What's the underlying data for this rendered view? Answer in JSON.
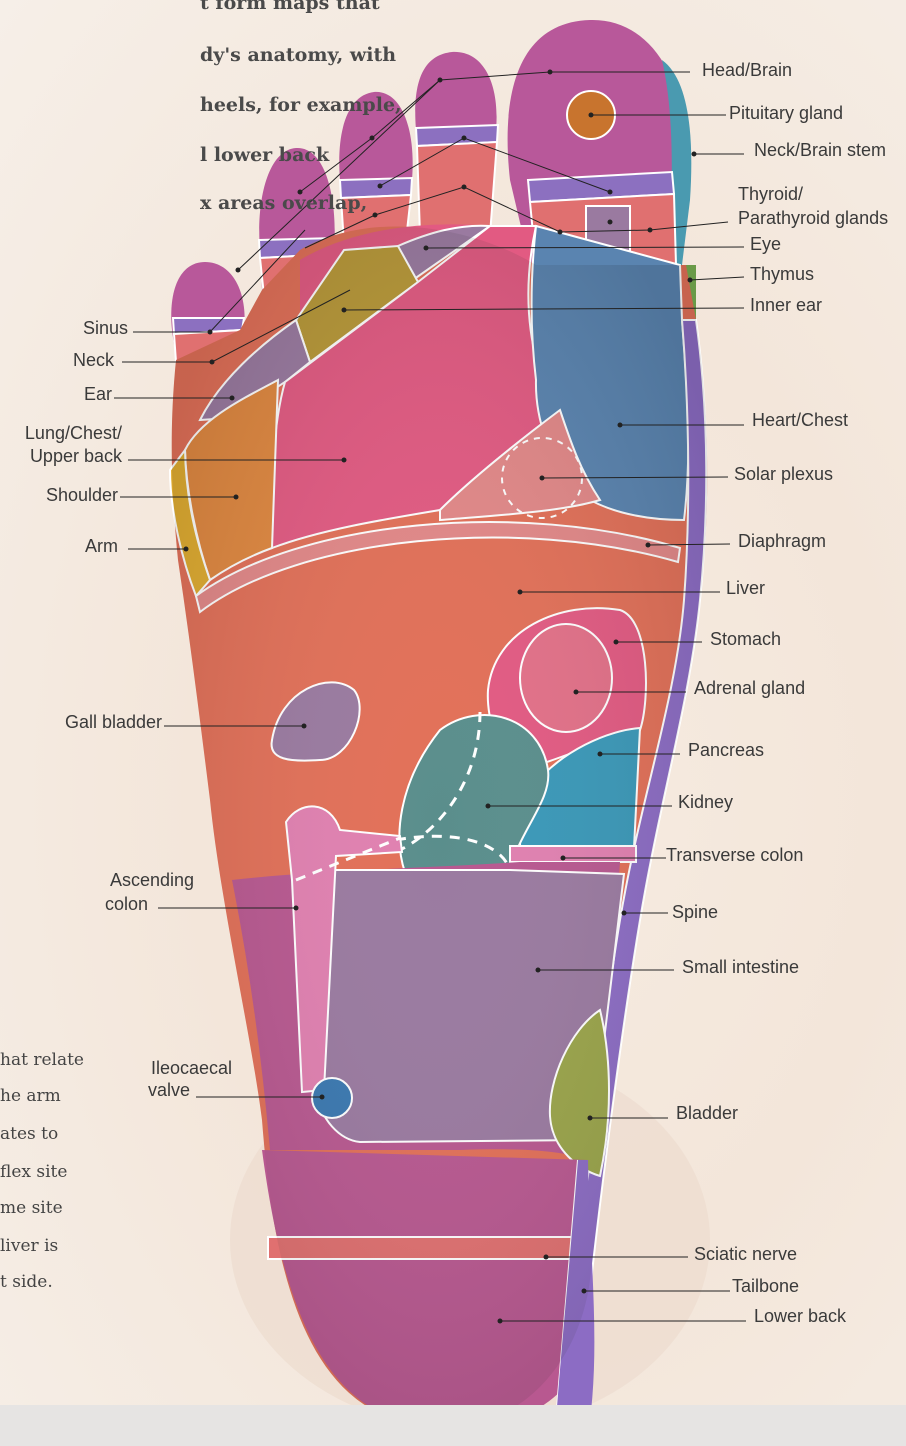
{
  "top_text": [
    "t form maps that",
    "dy's anatomy, with",
    "heels, for example,",
    "l lower back",
    "x areas overlap,"
  ],
  "bottom_text": [
    "hat relate",
    "he arm",
    "ates to",
    "flex site",
    "me site",
    " liver is",
    "t side."
  ],
  "labels_right": [
    {
      "id": "head-brain",
      "text": "Head/Brain"
    },
    {
      "id": "pituitary-gland",
      "text": "Pituitary gland"
    },
    {
      "id": "neck-brain-stem",
      "text": "Neck/Brain stem"
    },
    {
      "id": "thyroid",
      "text": "Thyroid/"
    },
    {
      "id": "parathyroid",
      "text": "Parathyroid glands"
    },
    {
      "id": "eye",
      "text": "Eye"
    },
    {
      "id": "thymus",
      "text": "Thymus"
    },
    {
      "id": "inner-ear",
      "text": "Inner ear"
    },
    {
      "id": "heart-chest",
      "text": "Heart/Chest"
    },
    {
      "id": "solar-plexus",
      "text": "Solar plexus"
    },
    {
      "id": "diaphragm",
      "text": "Diaphragm"
    },
    {
      "id": "liver",
      "text": "Liver"
    },
    {
      "id": "stomach",
      "text": "Stomach"
    },
    {
      "id": "adrenal-gland",
      "text": "Adrenal gland"
    },
    {
      "id": "pancreas",
      "text": "Pancreas"
    },
    {
      "id": "kidney",
      "text": "Kidney"
    },
    {
      "id": "transverse-colon",
      "text": "Transverse colon"
    },
    {
      "id": "spine",
      "text": "Spine"
    },
    {
      "id": "small-intestine",
      "text": "Small intestine"
    },
    {
      "id": "bladder",
      "text": "Bladder"
    },
    {
      "id": "sciatic-nerve",
      "text": "Sciatic nerve"
    },
    {
      "id": "tailbone",
      "text": "Tailbone"
    },
    {
      "id": "lower-back",
      "text": "Lower back"
    }
  ],
  "labels_left": [
    {
      "id": "sinus",
      "text": "Sinus"
    },
    {
      "id": "neck",
      "text": "Neck"
    },
    {
      "id": "ear",
      "text": "Ear"
    },
    {
      "id": "lung-1",
      "text": "Lung/Chest/"
    },
    {
      "id": "lung-2",
      "text": "Upper back"
    },
    {
      "id": "shoulder",
      "text": "Shoulder"
    },
    {
      "id": "arm",
      "text": "Arm"
    },
    {
      "id": "gall-bladder",
      "text": "Gall bladder"
    },
    {
      "id": "ascending-1",
      "text": "Ascending"
    },
    {
      "id": "ascending-2",
      "text": "colon"
    },
    {
      "id": "ileocaecal-1",
      "text": "Ileocaecal"
    },
    {
      "id": "ileocaecal-2",
      "text": "valve"
    }
  ],
  "colors": {
    "head": "#b8589a",
    "pituitary": "#c8742e",
    "neck_stem": "#4a9ab0",
    "thymus": "#6a9a48",
    "heart": "#5a84b0",
    "pink_chest": "#e25a82",
    "shoulder": "#e08840",
    "arm": "#e0ac30",
    "liver": "#e27058",
    "spine": "#8c6cc4",
    "kidney": "#5a8e8c",
    "pancreas": "#3a98b8",
    "small_intestine": "#9a7aa0",
    "bladder": "#9aa44a",
    "heel": "#b85890",
    "sciatic": "#e07070",
    "sinus_band": "#8c70c0",
    "olive": "#b89838"
  }
}
